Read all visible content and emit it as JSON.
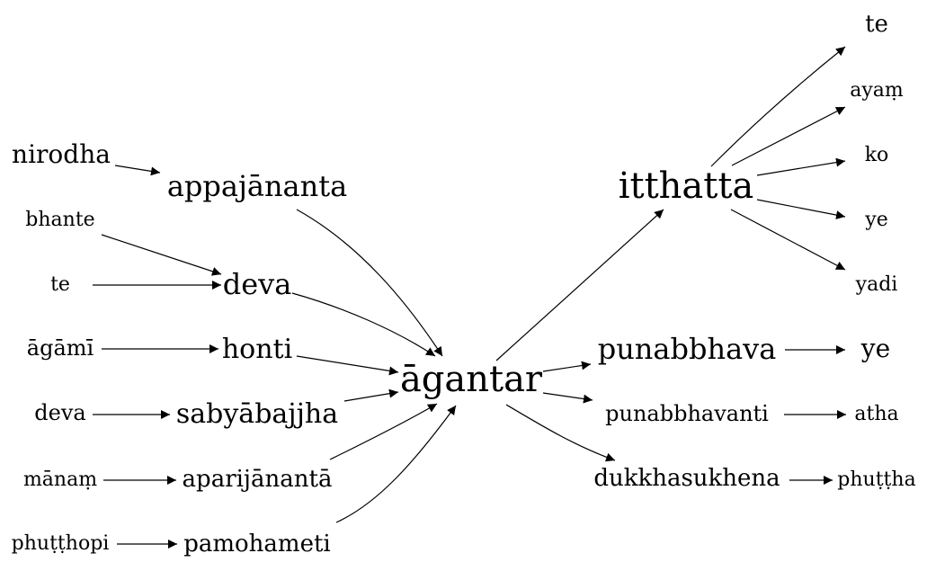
{
  "nodes": {
    "center": "āgantar",
    "left": {
      "nirodha": "nirodha",
      "appajananta": "appajānanta",
      "bhante": "bhante",
      "deva_big": "deva",
      "te": "te",
      "agami": "āgāmī",
      "honti": "honti",
      "deva_small": "deva",
      "sabyabajjha": "sabyābajjha",
      "manam": "mānaṃ",
      "aparijananta": "aparijānantā",
      "phutthopi": "phuṭṭhopi",
      "pamohameti": "pamohameti"
    },
    "right": {
      "itthatta": "itthatta",
      "te": "te",
      "ayam": "ayaṃ",
      "ko": "ko",
      "ye_small": "ye",
      "yadi": "yadi",
      "punabbhava": "punabbhava",
      "ye_big": "ye",
      "punabbhavanti": "punabbhavanti",
      "atha": "atha",
      "dukkhasukhena": "dukkhasukhena",
      "phuttha": "phuṭṭha"
    }
  },
  "edges": [
    [
      "nirodha",
      "appajānanta"
    ],
    [
      "bhante",
      "deva"
    ],
    [
      "te",
      "deva"
    ],
    [
      "āgāmī",
      "honti"
    ],
    [
      "deva",
      "sabyābajjha"
    ],
    [
      "mānaṃ",
      "aparijānantā"
    ],
    [
      "phuṭṭhopi",
      "pamohameti"
    ],
    [
      "appajānanta",
      "āgantar"
    ],
    [
      "deva",
      "āgantar"
    ],
    [
      "honti",
      "āgantar"
    ],
    [
      "sabyābajjha",
      "āgantar"
    ],
    [
      "aparijānantā",
      "āgantar"
    ],
    [
      "pamohameti",
      "āgantar"
    ],
    [
      "āgantar",
      "itthatta"
    ],
    [
      "āgantar",
      "punabbhava"
    ],
    [
      "āgantar",
      "punabbhavanti"
    ],
    [
      "āgantar",
      "dukkhasukhena"
    ],
    [
      "itthatta",
      "te"
    ],
    [
      "itthatta",
      "ayaṃ"
    ],
    [
      "itthatta",
      "ko"
    ],
    [
      "itthatta",
      "ye"
    ],
    [
      "itthatta",
      "yadi"
    ],
    [
      "punabbhava",
      "ye"
    ],
    [
      "punabbhavanti",
      "atha"
    ],
    [
      "dukkhasukhena",
      "phuṭṭha"
    ]
  ],
  "colors": {
    "ink": "#000000",
    "background": "#ffffff"
  }
}
